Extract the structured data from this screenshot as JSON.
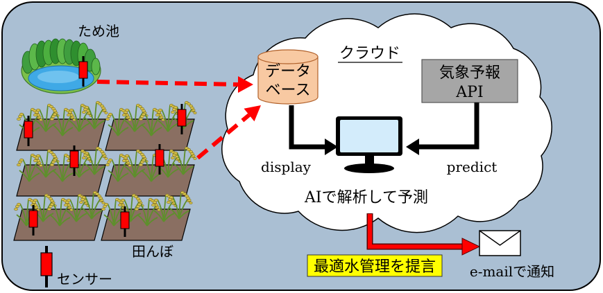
{
  "labels": {
    "pond": "ため池",
    "cloud": "クラウド",
    "database_line1": "データ",
    "database_line2": "ベース",
    "weather_api_line1": "気象予報",
    "weather_api_line2": "API",
    "display": "display",
    "predict": "predict",
    "ai_analysis": "AIで解析して予測",
    "recommendation": "最適水管理を提言",
    "email_notice": "e-mailで通知",
    "paddy": "田んぼ",
    "sensor_legend": "センサー"
  },
  "icons": {
    "pond": "pond-illustration",
    "paddy": "rice-paddy-illustration",
    "sensor": "sensor-icon",
    "database": "database-cylinder-icon",
    "monitor": "monitor-icon",
    "mail": "envelope-icon"
  },
  "colors": {
    "background": "#aabfd3",
    "cloud": "#ffffff",
    "database": "#f8c9a2",
    "weather_api": "#a6a6a6",
    "highlight": "#ffff00",
    "data_flow": "#ff0000",
    "paddy_soil": "#8a6f62",
    "sensor": "#ff0000",
    "screen": "#d3ecfb"
  }
}
